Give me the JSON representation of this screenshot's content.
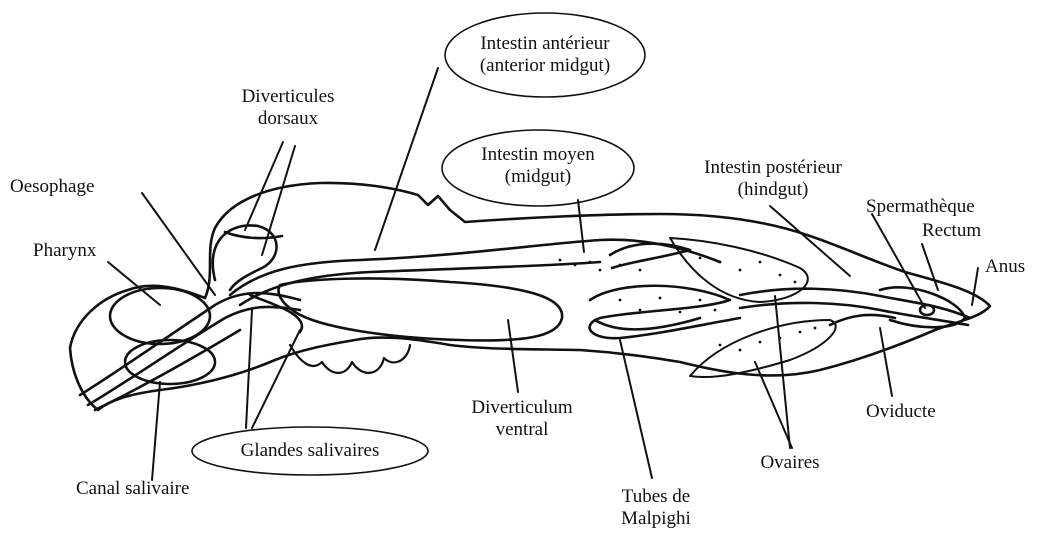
{
  "labels": {
    "oesophage": "Oesophage",
    "pharynx": "Pharynx",
    "diverticules_line1": "Diverticules",
    "diverticules_line2": "dorsaux",
    "intestin_anterieur_line1": "Intestin antérieur",
    "intestin_anterieur_line2": "(anterior midgut)",
    "intestin_moyen_line1": "Intestin moyen",
    "intestin_moyen_line2": "(midgut)",
    "intestin_posterieur_line1": "Intestin postérieur",
    "intestin_posterieur_line2": "(hindgut)",
    "spermatheque": "Spermathèque",
    "rectum": "Rectum",
    "anus": "Anus",
    "canal_salivaire": "Canal salivaire",
    "glandes_salivaires": "Glandes salivaires",
    "diverticulum_line1": "Diverticulum",
    "diverticulum_line2": "ventral",
    "tubes_line1": "Tubes de",
    "tubes_line2": "Malpighi",
    "ovaires": "Ovaires",
    "oviducte": "Oviducte"
  }
}
